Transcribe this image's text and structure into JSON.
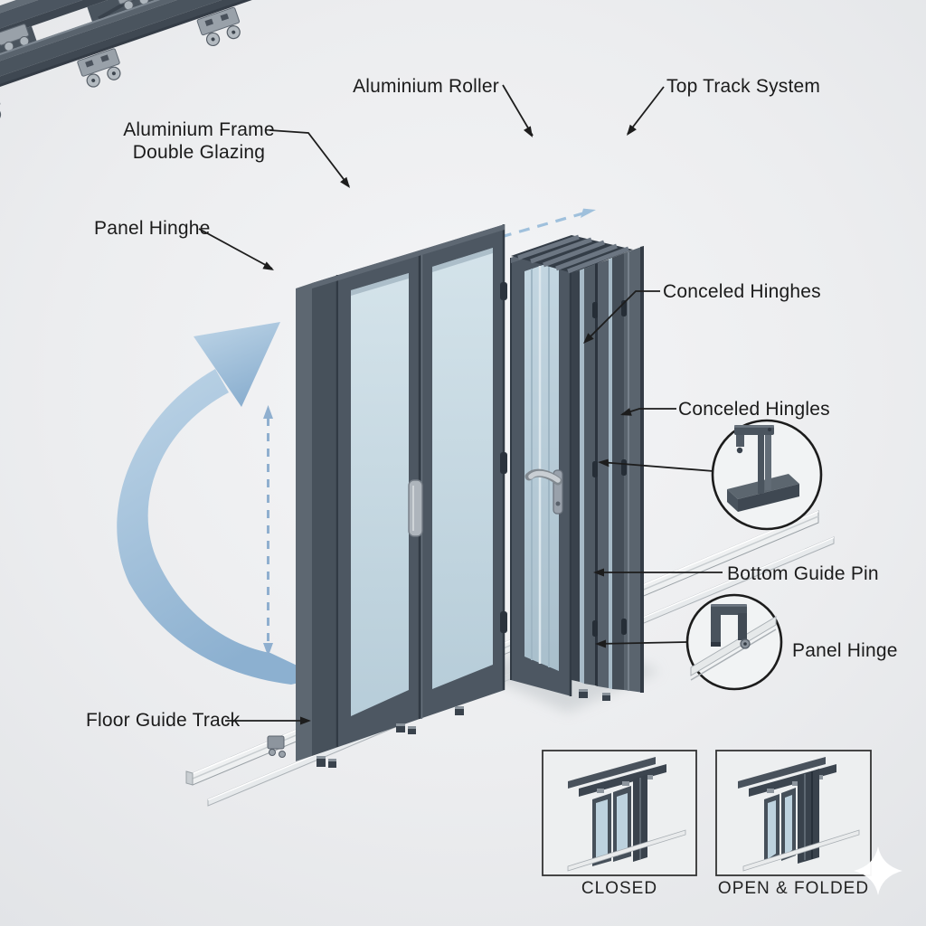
{
  "labels": {
    "aluminium_roller": "Aluminium Roller",
    "top_track_system": "Top Track System",
    "aluminium_frame_line1": "Aluminium Frame",
    "aluminium_frame_line2": "Double Glazing",
    "panel_hinghe": "Panel Hinghe",
    "conceled_hinghes": "Conceled Hinghes",
    "conceled_hingles": "Conceled Hingles",
    "bottom_guide_pin": "Bottom Guide Pin",
    "panel_hinge": "Panel Hinge",
    "floor_guide_track": "Floor Guide Track"
  },
  "insets": {
    "closed_caption": "CLOSED",
    "open_folded_caption": "OPEN & FOLDED"
  },
  "colors": {
    "background": "#eceef0",
    "frame": "#4b5561",
    "frame_dark": "#343d47",
    "frame_light": "#68727c",
    "glass": "#c9dde8",
    "glass_shade": "#b3c9d6",
    "accent_arrow_blue": "#a3c0db",
    "leader_line": "#1d1d1d",
    "metal_light": "#9aa2aa",
    "floor_rail": "#eef0f1"
  }
}
